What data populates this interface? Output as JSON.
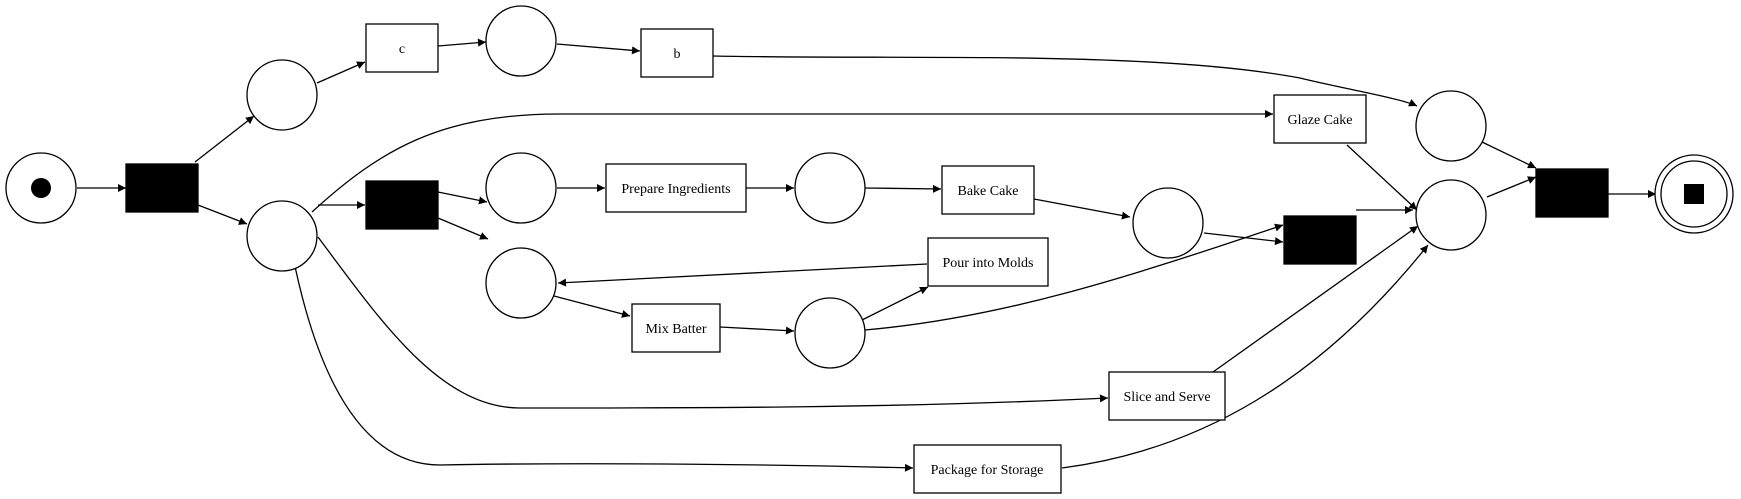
{
  "transitions": {
    "c": "c",
    "b": "b",
    "glaze_cake": "Glaze Cake",
    "prepare_ingredients": "Prepare Ingredients",
    "bake_cake": "Bake Cake",
    "pour_into_molds": "Pour into Molds",
    "mix_batter": "Mix Batter",
    "slice_and_serve": "Slice and Serve",
    "package_for_storage": "Package for Storage"
  }
}
